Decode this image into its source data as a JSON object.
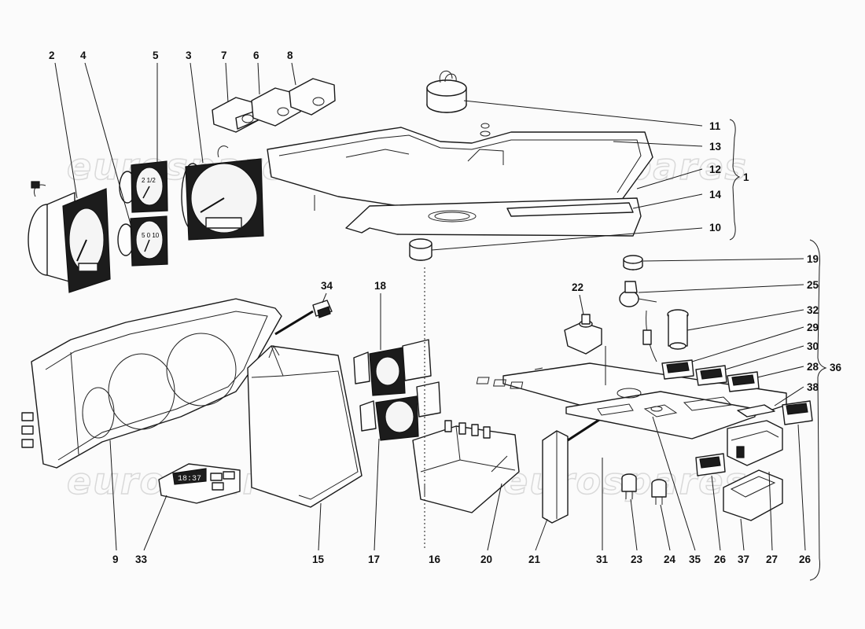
{
  "watermark": "eurospares",
  "part_numbers": {
    "n1": "1",
    "n2": "2",
    "n3": "3",
    "n4": "4",
    "n5": "5",
    "n6": "6",
    "n7": "7",
    "n8": "8",
    "n9": "9",
    "n10": "10",
    "n11": "11",
    "n12": "12",
    "n13": "13",
    "n14": "14",
    "n15": "15",
    "n16": "16",
    "n17": "17",
    "n18": "18",
    "n19": "19",
    "n20": "20",
    "n21": "21",
    "n22": "22",
    "n23": "23",
    "n24": "24",
    "n25": "25",
    "n26": "26",
    "n27": "27",
    "n28": "28",
    "n29": "29",
    "n30": "30",
    "n31": "31",
    "n32": "32",
    "n33": "33",
    "n34": "34",
    "n35": "35",
    "n36": "36",
    "n37": "37",
    "n38": "38"
  },
  "clock_display": "18:37",
  "colors": {
    "ink": "#1a1a1a",
    "paper": "#fbfbfb",
    "watermark": "#bebebe"
  }
}
